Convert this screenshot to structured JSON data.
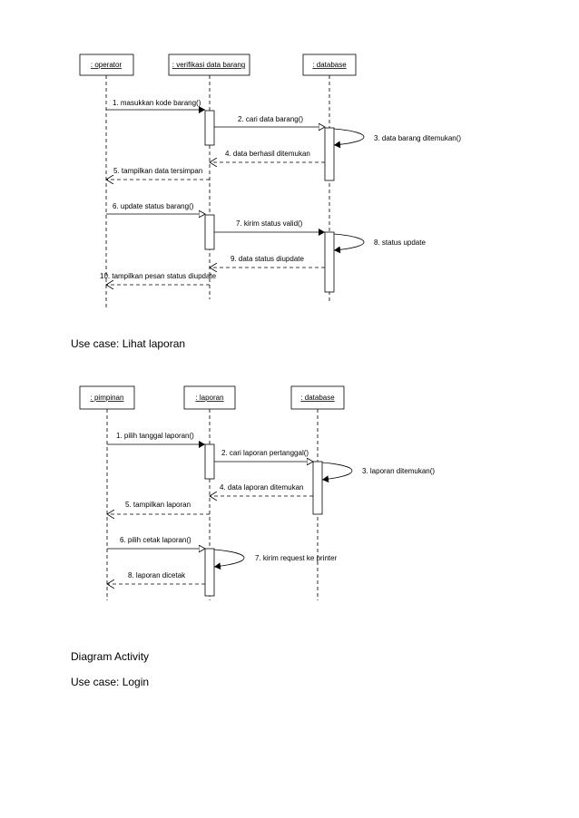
{
  "diagram1": {
    "objects": [
      ": operator",
      ": verifikasi data barang",
      ": database"
    ],
    "messages": [
      "1. masukkan kode barang()",
      "2. cari data barang()",
      "3. data barang ditemukan()",
      "4. data berhasil ditemukan",
      "5. tampilkan data tersimpan",
      "6. update status barang()",
      "7. kirim status valid()",
      "8. status update",
      "9. data status diupdate",
      "10. tampilkan pesan status diupdate"
    ]
  },
  "heading1": "Use case: Lihat laporan",
  "diagram2": {
    "objects": [
      ": pimpinan",
      ": laporan",
      ": database"
    ],
    "messages": [
      "1. pilih tanggal laporan()",
      "2. cari laporan pertanggal()",
      "3. laporan ditemukan()",
      "4. data laporan ditemukan",
      "5. tampilkan laporan",
      "6. pilih cetak laporan()",
      "7. kirim request ke printer",
      "8. laporan dicetak"
    ]
  },
  "heading2": "Diagram Activity",
  "heading3": "Use case: Login"
}
